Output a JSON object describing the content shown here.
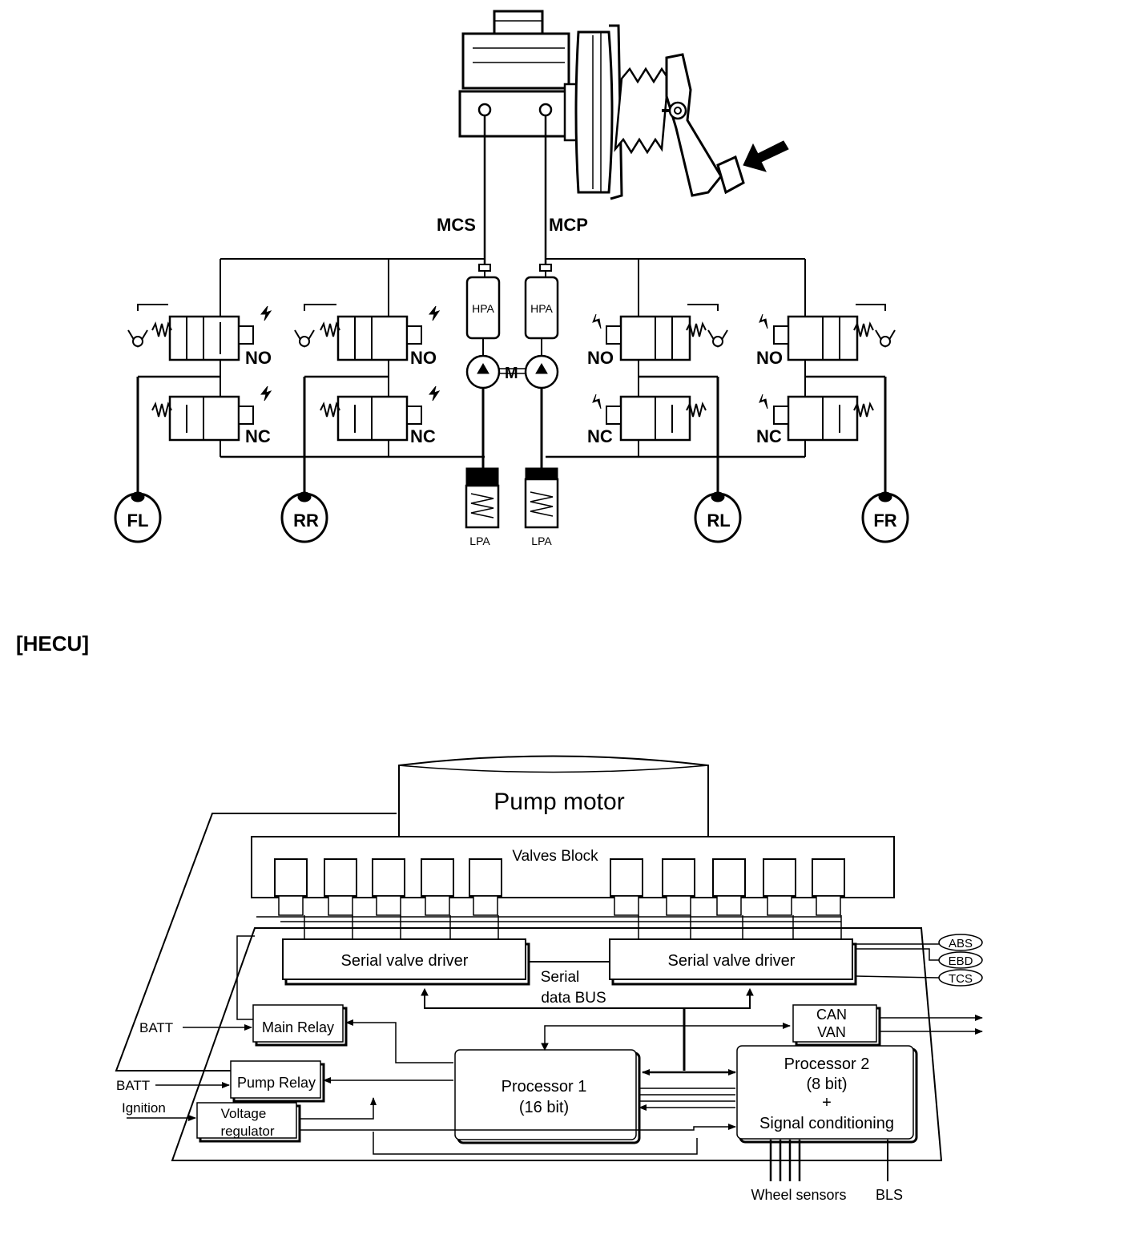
{
  "hydraulic": {
    "circuit_labels": {
      "secondary": "MCS",
      "primary": "MCP"
    },
    "high_pressure_accumulator": "HPA",
    "motor": "M",
    "low_pressure_accumulator": "LPA",
    "valve_inlet": "NO",
    "valve_outlet": "NC",
    "wheels": {
      "front_left": "FL",
      "rear_right": "RR",
      "rear_left": "RL",
      "front_right": "FR"
    },
    "icons": [
      "master-cylinder-icon",
      "brake-booster-icon",
      "brake-pedal-icon",
      "press-arrow-icon",
      "solenoid-valve-icon",
      "check-valve-icon",
      "spring-icon",
      "pump-icon",
      "wheel-cylinder-icon"
    ]
  },
  "section_title": "[HECU]",
  "hecu": {
    "pump_motor": "Pump motor",
    "valves_block": "Valves Block",
    "serial_valve_driver": "Serial valve driver",
    "serial_bus_line1": "Serial",
    "serial_bus_line2": "data BUS",
    "outputs": [
      "ABS",
      "EBD",
      "TCS"
    ],
    "main_relay": "Main Relay",
    "pump_relay": "Pump Relay",
    "voltage_regulator_line1": "Voltage",
    "voltage_regulator_line2": "regulator",
    "can_line1": "CAN",
    "can_line2": "VAN",
    "processor1_line1": "Processor 1",
    "processor1_line2": "(16 bit)",
    "processor2_line1": "Processor 2",
    "processor2_line2": "(8 bit)",
    "processor2_line3": "+",
    "processor2_line4": "Signal conditioning",
    "batt": "BATT",
    "ignition": "Ignition",
    "wheel_sensors": "Wheel sensors",
    "bls": "BLS"
  }
}
